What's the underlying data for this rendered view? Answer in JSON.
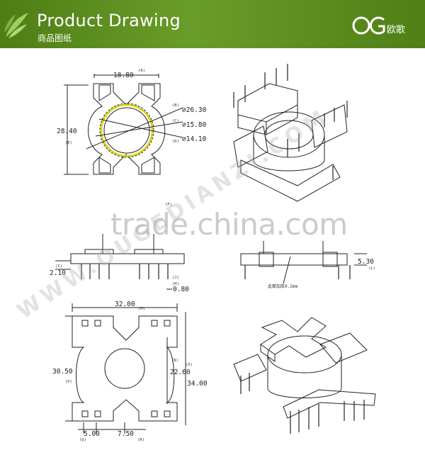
{
  "header": {
    "title": "Product Drawing",
    "subtitle": "商品图纸",
    "brand_cn": "欧歌",
    "bg_color": "#5a8a1c",
    "leaf_icon": "bamboo-leaf-icon",
    "logo_icon": "og-logo-icon"
  },
  "watermarks": {
    "trade": "trade.china.com",
    "site": "WWW.OUGEDIANZI.COM"
  },
  "top_view": {
    "width": "18.80",
    "width_ref": "(A)",
    "height": "28.40",
    "height_ref": "(E)",
    "dia_b_ref": "(B)",
    "dia_b": "⌀26.30",
    "dia_c_ref": "(C)",
    "dia_c": "⌀15.80",
    "dia_d_ref": "(D)",
    "dia_d": "⌀14.10"
  },
  "side_view": {
    "f_ref": "(F)",
    "i_ref": "(I)",
    "pin_len": "2.10",
    "j_ref": "(J)",
    "h_ref": "(H)",
    "pin_dia": "0.80",
    "height": "5.30",
    "l_ref": "(L)",
    "note": "此面加厚0.2mm"
  },
  "bottom_view": {
    "width": "32.00",
    "m_ref": "(M)",
    "height_left": "30.50",
    "p_ref": "(P)",
    "inner": "22.60",
    "n_ref": "(N)",
    "height_right": "34.00",
    "o_ref": "(O)",
    "pitch_q": "5.00",
    "q_ref": "(Q)",
    "pitch_r": "7.50",
    "r_ref": "(R)"
  }
}
